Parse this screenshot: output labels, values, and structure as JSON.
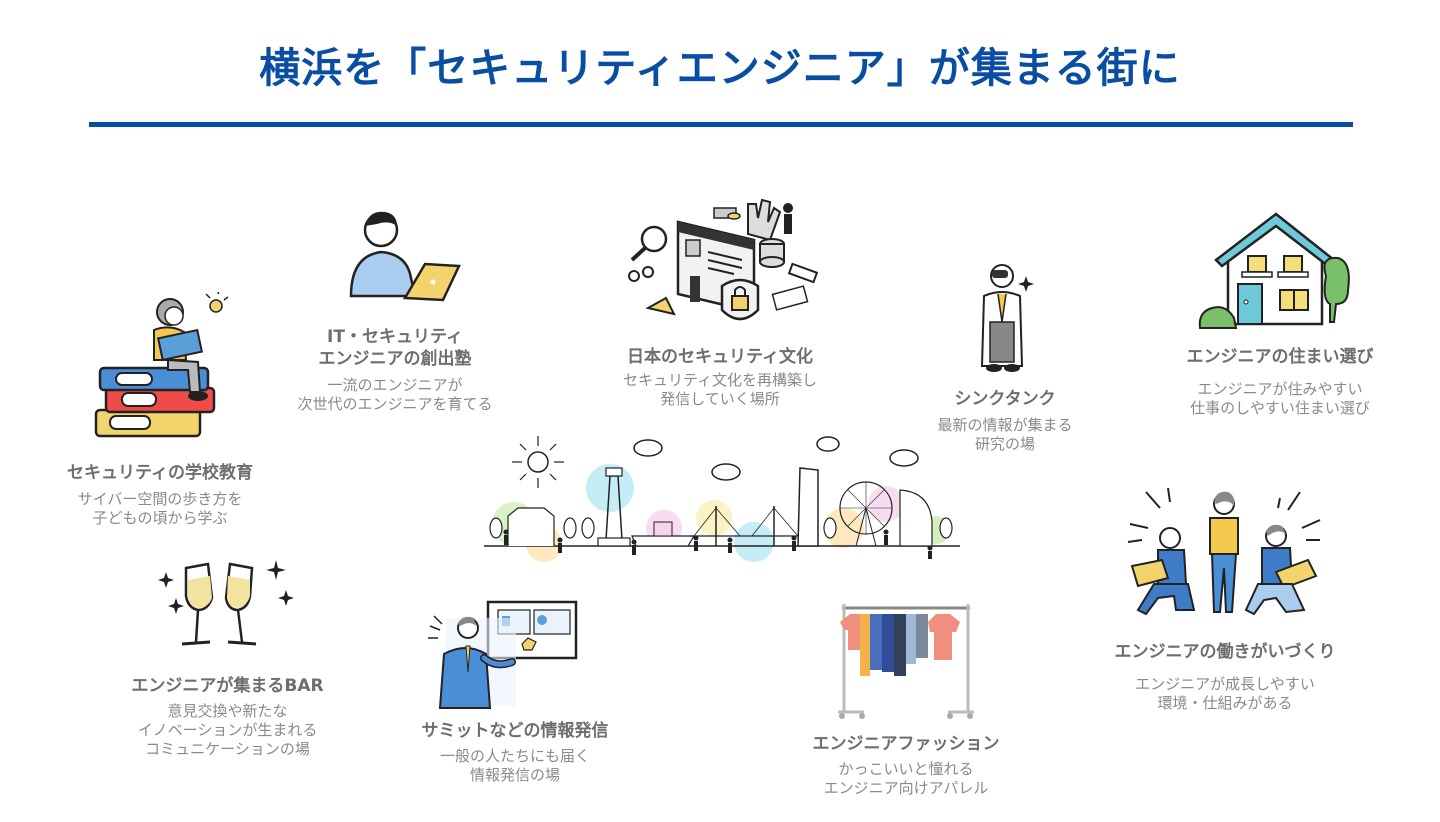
{
  "header": {
    "title": "横浜を「セキュリティエンジニア」が集まる街に",
    "accent_color": "#0a4ea3"
  },
  "center_illustration": {
    "icon": "yokohama-cityscape-illustration"
  },
  "items": [
    {
      "id": "school-education",
      "icon": "girl-reading-on-books-illustration",
      "title": "セキュリティの学校教育",
      "desc": [
        "サイバー空間の歩き方を",
        "子どもの頃から学ぶ"
      ]
    },
    {
      "id": "academy",
      "icon": "engineer-with-laptop-illustration",
      "title": [
        "IT・セキュリティ",
        "エンジニアの創出塾"
      ],
      "desc": [
        "一流のエンジニアが",
        "次世代のエンジニアを育てる"
      ]
    },
    {
      "id": "security-culture",
      "icon": "cyber-security-isometric-illustration",
      "title": "日本のセキュリティ文化",
      "desc": [
        "セキュリティ文化を再構築し",
        "発信していく場所"
      ]
    },
    {
      "id": "think-tank",
      "icon": "scientist-with-binoculars-illustration",
      "title": "シンクタンク",
      "desc": [
        "最新の情報が集まる",
        "研究の場"
      ]
    },
    {
      "id": "housing",
      "icon": "house-illustration",
      "title": "エンジニアの住まい選び",
      "desc": [
        "エンジニアが住みやすい",
        "仕事のしやすい住まい選び"
      ]
    },
    {
      "id": "bar",
      "icon": "champagne-toast-illustration",
      "title": "エンジニアが集まるBAR",
      "desc": [
        "意見交換や新たな",
        "イノベーションが生まれる",
        "コミュニケーションの場"
      ]
    },
    {
      "id": "summit",
      "icon": "presenter-with-screen-illustration",
      "title": "サミットなどの情報発信",
      "desc": [
        "一般の人たちにも届く",
        "情報発信の場"
      ]
    },
    {
      "id": "fashion",
      "icon": "clothing-rack-illustration",
      "title": "エンジニアファッション",
      "desc": [
        "かっこいいと憧れる",
        "エンジニア向けアパレル"
      ]
    },
    {
      "id": "workplace",
      "icon": "team-of-engineers-illustration",
      "title": "エンジニアの働きがいづくり",
      "desc": [
        "エンジニアが成長しやすい",
        "環境・仕組みがある"
      ]
    }
  ]
}
